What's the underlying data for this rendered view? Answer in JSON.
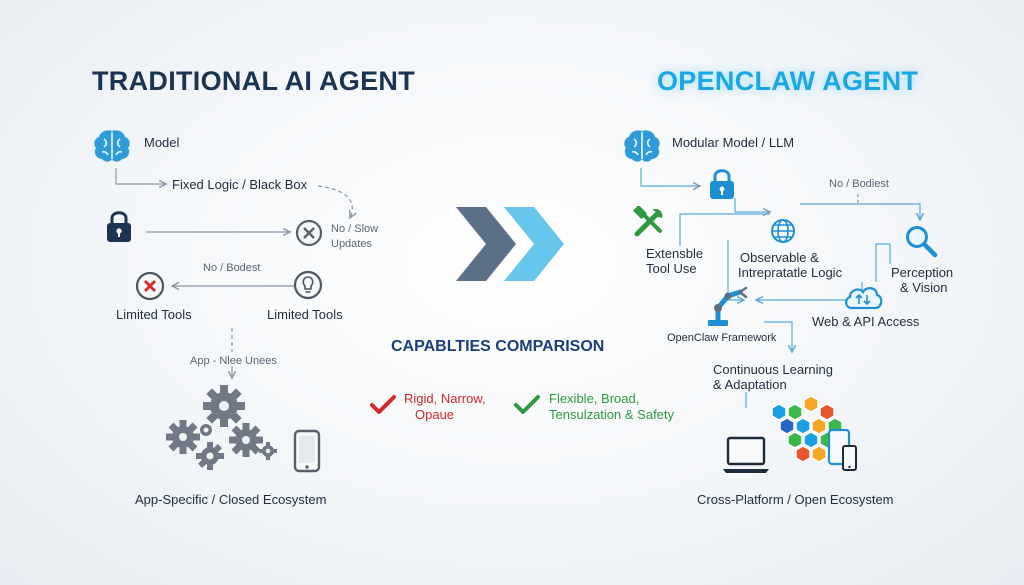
{
  "left": {
    "title": "TRADITIONAL AI AGENT",
    "model": "Model",
    "fixed_logic": "Fixed Logic / Black Box",
    "no_slow_updates_line1": "No / Slow",
    "no_slow_updates_line2": "Updates",
    "no_bodest": "No / Bodest",
    "limited_tools_a": "Limited Tools",
    "limited_tools_b": "Limited Tools",
    "app_nlee_unees": "App - Nlee Unees",
    "ecosystem": "App-Specific / Closed Ecosystem"
  },
  "right": {
    "title": "OPENCLAW AGENT",
    "model": "Modular Model / LLM",
    "no_bodiest": "No / Bodiest",
    "extensible_line1": "Extensble",
    "extensible_line2": "Tool Use",
    "observable_line1": "Observable &",
    "observable_line2": "Intrepratatle Logic",
    "perception_line1": "Perception",
    "perception_line2": "& Vision",
    "web_api": "Web & API Access",
    "framework": "OpenClaw Framework",
    "continuous_line1": "Continuous Learning",
    "continuous_line2": "& Adaptation",
    "ecosystem": "Cross-Platform / Open Ecosystem"
  },
  "center": {
    "title": "CAPABLTIES COMPARISON",
    "red_line1": "Rigid, Narrow,",
    "red_line2": "Opaue",
    "green_line1": "Flexible, Broad,",
    "green_line2": "Tensulzation & Safety"
  },
  "colors": {
    "navy": "#1b3452",
    "cyan": "#1aa7e6",
    "brain": "#2f9bd8",
    "red": "#d62828",
    "green": "#2e9a3e",
    "gear": "#707985",
    "chevron_dark": "#5b6f86",
    "chevron_light": "#67c6ec"
  },
  "icons": [
    "brain-icon",
    "lock-icon",
    "x-circle-icon",
    "lightbulb-icon",
    "gears-icon",
    "phone-icon",
    "chevrons-icon",
    "wrench-hammer-icon",
    "globe-icon",
    "magnifier-icon",
    "robot-arm-icon",
    "cloud-icon",
    "hexagon-network-icon",
    "laptop-icon",
    "tablet-icon",
    "checkmark-icon"
  ]
}
